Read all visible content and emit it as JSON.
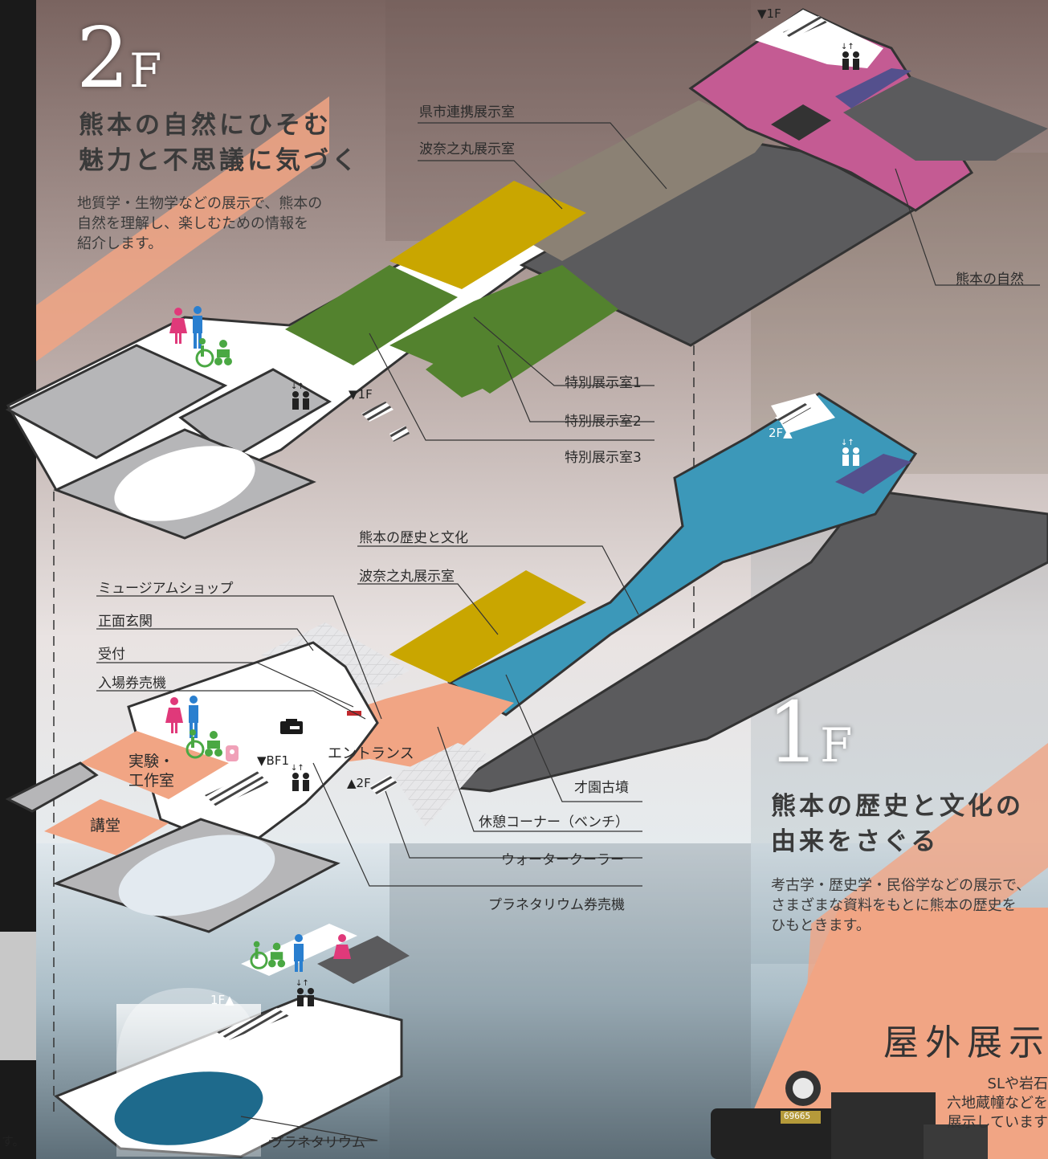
{
  "floor_2f": {
    "title_num": "2",
    "title_suffix": "F",
    "headline_line1": "熊本の自然にひそむ",
    "headline_line2": "魅力と不思議に気づく",
    "intro_line1": "地質学・生物学などの展示で、熊本の",
    "intro_line2": "自然を理解し、楽しむための情報を",
    "intro_line3": "紹介します。",
    "labels": {
      "kenshi": "県市連携展示室",
      "hanano_2f": "波奈之丸展示室",
      "nature": "熊本の自然",
      "special1": "特別展示室1",
      "special2": "特別展示室2",
      "special3": "特別展示室3"
    },
    "stair_markers": {
      "down_1f_top": "▼1F",
      "down_1f_mid": "▼1F"
    }
  },
  "floor_1f": {
    "title_num": "1",
    "title_suffix": "F",
    "headline_line1": "熊本の歴史と文化の",
    "headline_line2": "由来をさぐる",
    "intro_line1": "考古学・歴史学・民俗学などの展示で、",
    "intro_line2": "さまざまな資料をもとに熊本の歴史を",
    "intro_line3": "ひもときます。",
    "labels": {
      "history": "熊本の歴史と文化",
      "hanano_1f": "波奈之丸展示室",
      "museum_shop": "ミュージアムショップ",
      "front_entrance": "正面玄関",
      "reception": "受付",
      "ticket_machine": "入場券売機",
      "entrance": "エントランス",
      "lab_line1": "実験・",
      "lab_line2": "工作室",
      "auditorium": "講堂",
      "saizono": "才園古墳",
      "rest_corner": "休憩コーナー（ベンチ）",
      "water_cooler": "ウォータークーラー",
      "planetarium_ticket": "プラネタリウム券売機"
    },
    "stair_markers": {
      "up_2f_top": "2F▲",
      "down_bf1": "▼BF1",
      "up_2f_mid": "▲2F"
    }
  },
  "floor_bf1": {
    "stair_marker": "1F▲",
    "labels": {
      "planetarium": "プラネタリウム"
    }
  },
  "outdoor": {
    "title": "屋外展示",
    "desc_line1": "SLや岩石",
    "desc_line2": "六地蔵幢などを",
    "desc_line3": "展示しています",
    "sl_number": "69665"
  },
  "left_edge_text": "す。",
  "colors": {
    "nature_pink": "#c45b93",
    "special_green": "#53822e",
    "hanano_yellow": "#c9a600",
    "kenshi_taupe": "#8b8174",
    "history_blue": "#3c98b9",
    "entrance_salmon": "#f1a584",
    "storage_gray": "#5b5b5d",
    "light_gray": "#b6b6b8",
    "elevator_purple": "#54508d",
    "planetarium_blue": "#1e6a8c"
  },
  "icons": [
    "restroom-icon",
    "accessible-icon",
    "elevator-icon",
    "stairs-icon",
    "locker-icon",
    "nursing-room-icon"
  ]
}
